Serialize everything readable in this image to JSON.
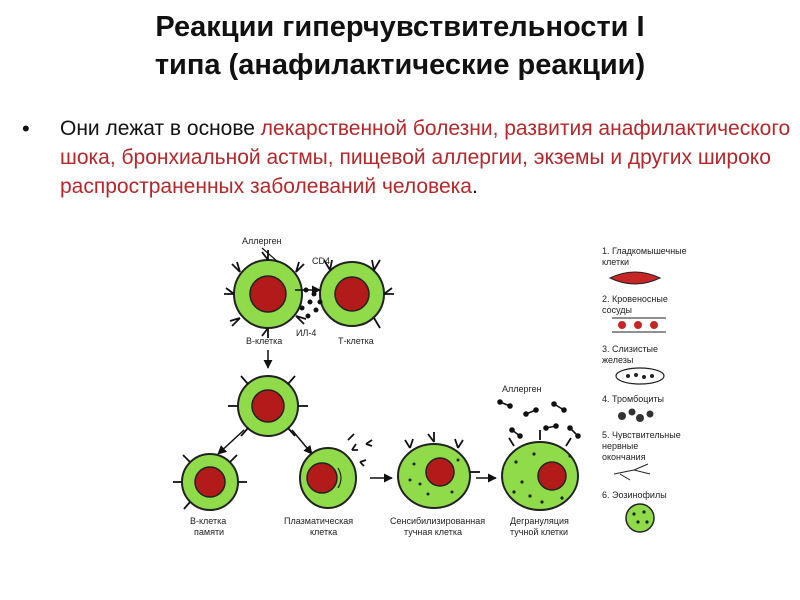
{
  "title": {
    "line1": "Реакции гиперчувствительности I",
    "line2": "типа (анафилактические реакции)"
  },
  "bullet": {
    "lead": "Они лежат в основе ",
    "highlight": "лекарственной болезни, развития анафилактического шока, бронхиальной астмы, пищевой аллергии, экземы и других широко распространенных заболеваний человека",
    "end": "."
  },
  "diagram": {
    "labels": {
      "allergen_top": "Аллерген",
      "cd4": "CD4",
      "il4": "ИЛ-4",
      "b_cell": "В-клетка",
      "t_cell": "Т-клетка",
      "allergen_mast": "Аллерген",
      "memory_b_l1": "В-клетка",
      "memory_b_l2": "памяти",
      "plasma_l1": "Плазматическая",
      "plasma_l2": "клетка",
      "sens_l1": "Сенсибилизированная",
      "sens_l2": "тучная клетка",
      "degr_l1": "Дегрануляция",
      "degr_l2": "тучной клетки"
    },
    "legend": [
      {
        "l1": "1. Гладкомышечные",
        "l2": "клетки"
      },
      {
        "l1": "2. Кровеносные",
        "l2": "сосуды"
      },
      {
        "l1": "3. Слизистые",
        "l2": "железы"
      },
      {
        "l1": "4. Тромбоциты",
        "l2": ""
      },
      {
        "l1": "5. Чувствительные",
        "l2": "нервные",
        "l3": "окончания"
      },
      {
        "l1": "6. Эозинофилы",
        "l2": ""
      }
    ],
    "colors": {
      "cell_ring": "#8fdb4a",
      "nucleus": "#b31b1b",
      "mast_body": "#8fdb4a",
      "highlight_text": "#b8262a"
    }
  }
}
